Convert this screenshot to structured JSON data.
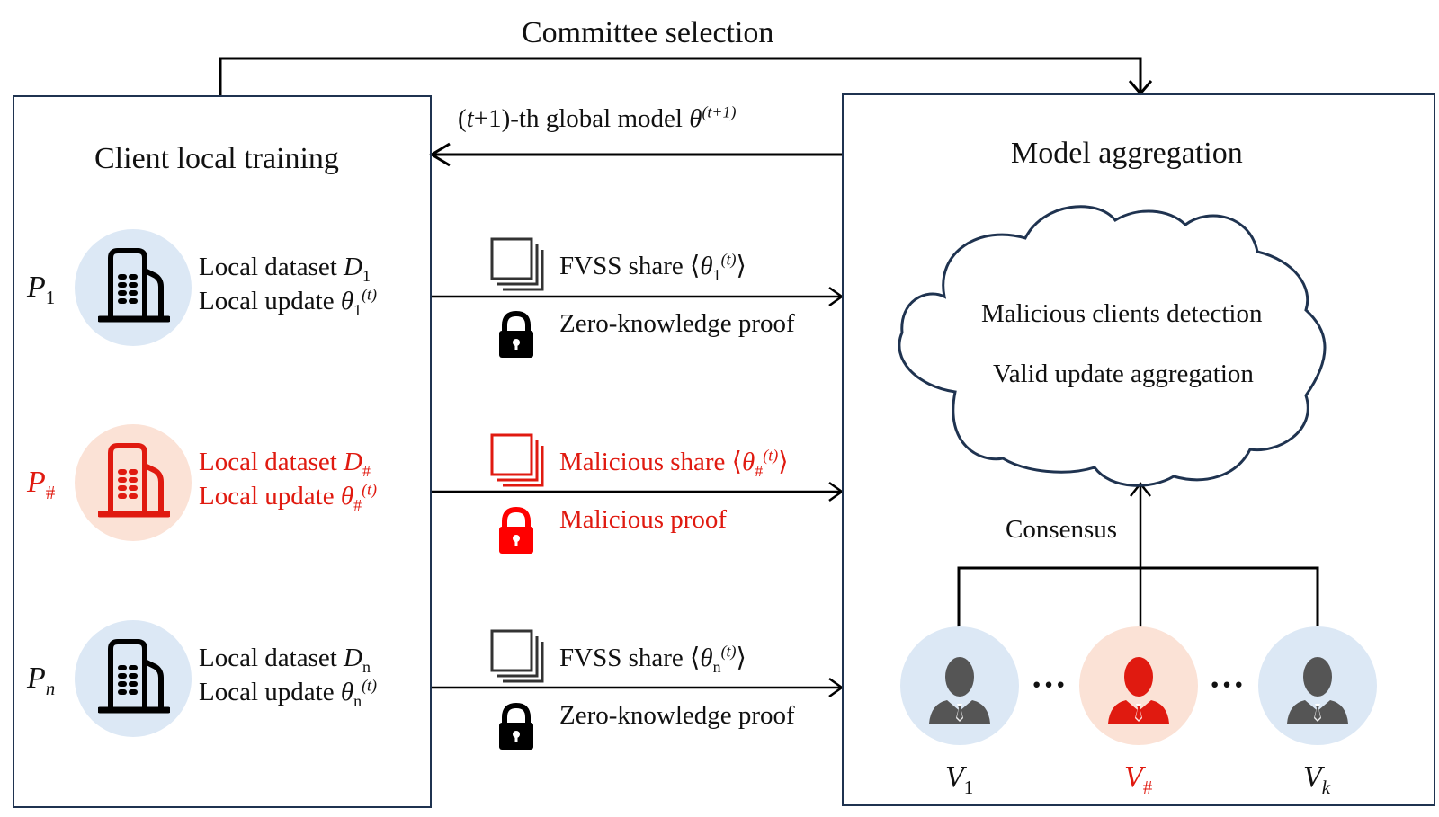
{
  "top_arrow": {
    "label": "Committee selection"
  },
  "global_model": {
    "prefix": "(",
    "t": "t",
    "suffix": "+1)-th global model ",
    "theta": "θ",
    "sup": "(t+1)"
  },
  "left_panel": {
    "title": "Client local training",
    "clients": [
      {
        "name": "P",
        "sub": "1",
        "dataset_label": "Local dataset ",
        "dataset_sym": "D",
        "dataset_sub": "1",
        "update_label": "Local update ",
        "update_sym": "θ",
        "update_sub": "1",
        "update_sup": "(t)",
        "malicious": false
      },
      {
        "name": "P",
        "sub": "#",
        "dataset_label": "Local dataset ",
        "dataset_sym": "D",
        "dataset_sub": "#",
        "update_label": "Local update ",
        "update_sym": "θ",
        "update_sub": "#",
        "update_sup": "(t)",
        "malicious": true
      },
      {
        "name": "P",
        "sub": "n",
        "dataset_label": "Local dataset ",
        "dataset_sym": "D",
        "dataset_sub": "n",
        "update_label": "Local update ",
        "update_sym": "θ",
        "update_sub": "n",
        "update_sup": "(t)",
        "malicious": false
      }
    ]
  },
  "channels": [
    {
      "share_label": "FVSS share ⟨",
      "share_sym": "θ",
      "share_sub": "1",
      "share_sup": "(t)",
      "share_close": "⟩",
      "proof_label": "Zero-knowledge proof",
      "malicious": false
    },
    {
      "share_label": "Malicious share ⟨",
      "share_sym": "θ",
      "share_sub": "#",
      "share_sup": "(t)",
      "share_close": "⟩",
      "proof_label": "Malicious proof",
      "malicious": true
    },
    {
      "share_label": "FVSS share ⟨",
      "share_sym": "θ",
      "share_sub": "n",
      "share_sup": "(t)",
      "share_close": "⟩",
      "proof_label": "Zero-knowledge proof",
      "malicious": false
    }
  ],
  "right_panel": {
    "title": "Model aggregation",
    "cloud_lines": [
      "Malicious clients detection",
      "Valid update aggregation"
    ],
    "consensus": "Consensus",
    "ellipsis": "···",
    "validators": [
      {
        "name": "V",
        "sub": "1",
        "malicious": false
      },
      {
        "name": "V",
        "sub": "#",
        "malicious": true
      },
      {
        "name": "V",
        "sub": "k",
        "malicious": false
      }
    ]
  },
  "colors": {
    "malicious": "#e01a10",
    "benign_bg": "#dce8f5",
    "malicious_bg": "#fbe2d6",
    "border": "#1f3350"
  }
}
